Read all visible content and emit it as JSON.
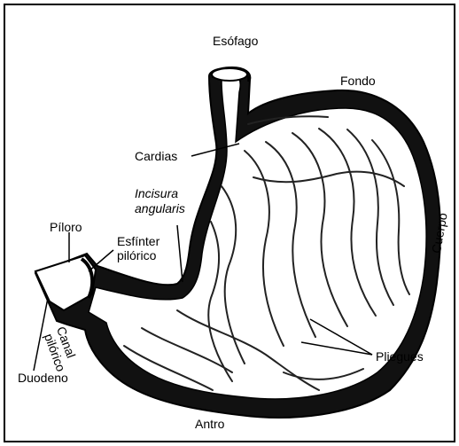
{
  "figure": {
    "colors": {
      "line": "#000000",
      "fill": "#ffffff",
      "shade": "#1a1a1a",
      "fold": "#2a2a2a"
    },
    "labels": {
      "esofago": "Esófago",
      "fondo": "Fondo",
      "cardias": "Cardias",
      "incisura_1": "Incisura",
      "incisura_2": "angularis",
      "piloro": "Píloro",
      "esfinter_1": "Esfínter",
      "esfinter_2": "pilórico",
      "cuerpo": "Cuerpo",
      "canal_1": "Canal",
      "canal_2": "pilórico",
      "duodeno": "Duodeno",
      "pliegues": "Pliegues",
      "antro": "Antro"
    }
  }
}
